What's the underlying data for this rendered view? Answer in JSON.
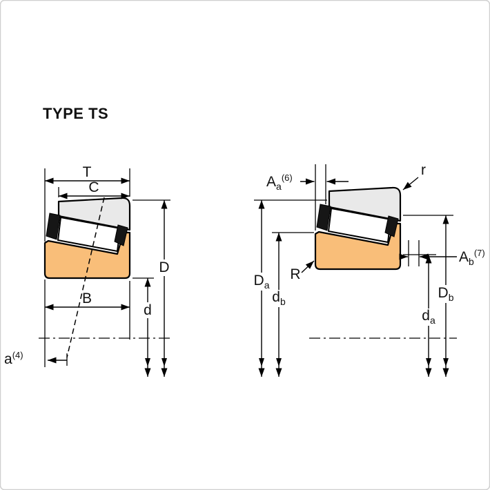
{
  "title": "TYPE TS",
  "colors": {
    "page_border": "#cfcfcf",
    "cone_fill": "#F9BE79",
    "cup_fill": "#E9E9E9",
    "cage_fill": "#161616",
    "line": "#000000"
  },
  "left_view": {
    "dims": {
      "T": "T",
      "C": "C",
      "D": "D",
      "d": "d",
      "B": "B",
      "a_base": "a",
      "a_sup": "(4)"
    }
  },
  "right_view": {
    "dims": {
      "Aa_base": "A",
      "Aa_sub": "a",
      "Aa_sup": "(6)",
      "r": "r",
      "Ab_base": "A",
      "Ab_sub": "b",
      "Ab_sup": "(7)",
      "Da_base": "D",
      "Da_sub": "a",
      "db_base": "d",
      "db_sub": "b",
      "R": "R",
      "Db_base": "D",
      "Db_sub": "b",
      "da_base": "d",
      "da_sub": "a"
    }
  }
}
